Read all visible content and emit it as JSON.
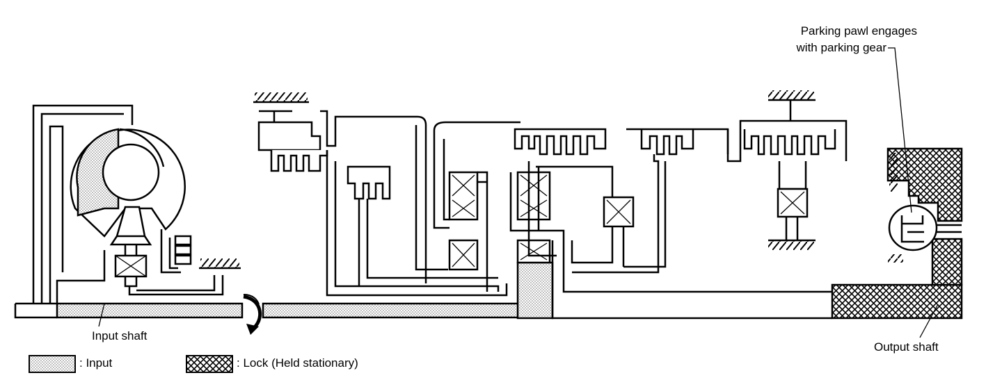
{
  "labels": {
    "parking_line1": "Parking pawl engages",
    "parking_line2": "with parking gear",
    "input_shaft": "Input shaft",
    "output_shaft": "Output shaft"
  },
  "legend": [
    {
      "key": "input",
      "text": ": Input"
    },
    {
      "key": "lock",
      "text": ": Lock (Held stationary)"
    }
  ]
}
